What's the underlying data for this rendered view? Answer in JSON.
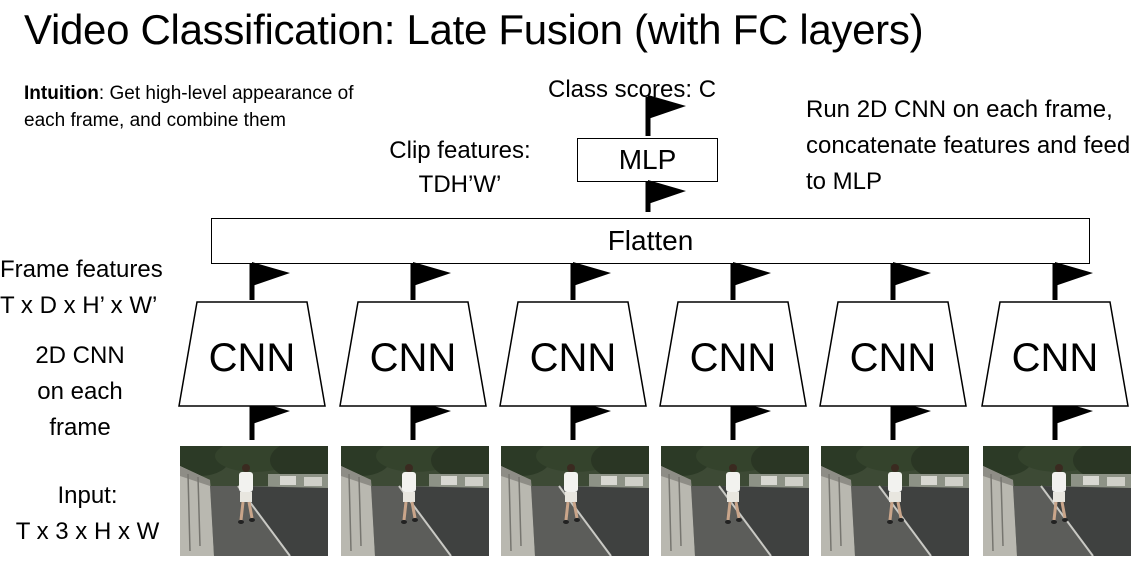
{
  "title": "Video Classification: Late Fusion (with FC layers)",
  "intuition": {
    "bold": "Intuition",
    "text": ": Get high-level appearance of each frame, and combine them"
  },
  "description": "Run 2D CNN on each frame, concatenate features and feed to MLP",
  "class_scores": "Class scores: C",
  "clip_features": {
    "line1": "Clip features:",
    "line2": "TDH’W’"
  },
  "mlp_label": "MLP",
  "flatten_label": "Flatten",
  "frame_features": {
    "line1": "Frame features",
    "line2": "T x D x H’ x W’"
  },
  "cnn_side_label": {
    "line1": "2D CNN",
    "line2": "on each",
    "line3": "frame"
  },
  "input_label": {
    "line1": "Input:",
    "line2": "T x 3 x H x W"
  },
  "cnn_blocks": [
    "CNN",
    "CNN",
    "CNN",
    "CNN",
    "CNN",
    "CNN"
  ],
  "frames": [
    {
      "name": "frame-1"
    },
    {
      "name": "frame-2"
    },
    {
      "name": "frame-3"
    },
    {
      "name": "frame-4"
    },
    {
      "name": "frame-5"
    },
    {
      "name": "frame-6"
    }
  ],
  "colors": {
    "line": "#000000",
    "background": "#ffffff"
  }
}
